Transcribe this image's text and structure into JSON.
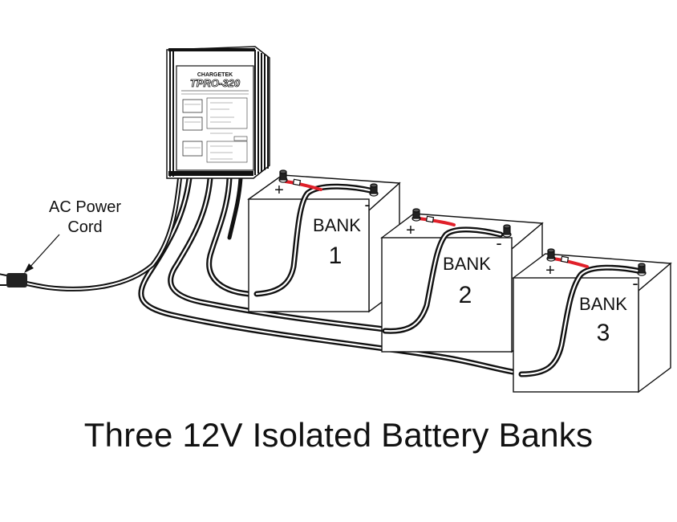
{
  "caption": "Three 12V Isolated Battery Banks",
  "ac_label_line1": "AC Power",
  "ac_label_line2": "Cord",
  "charger": {
    "brand": "CHARGETEK",
    "model": "TPRO-320"
  },
  "banks": [
    {
      "word": "BANK",
      "number": "1",
      "plus": "+",
      "minus": "-"
    },
    {
      "word": "BANK",
      "number": "2",
      "plus": "+",
      "minus": "-"
    },
    {
      "word": "BANK",
      "number": "3",
      "plus": "+",
      "minus": "-"
    }
  ],
  "colors": {
    "positive_wire": "#e0202a",
    "line": "#111111"
  }
}
